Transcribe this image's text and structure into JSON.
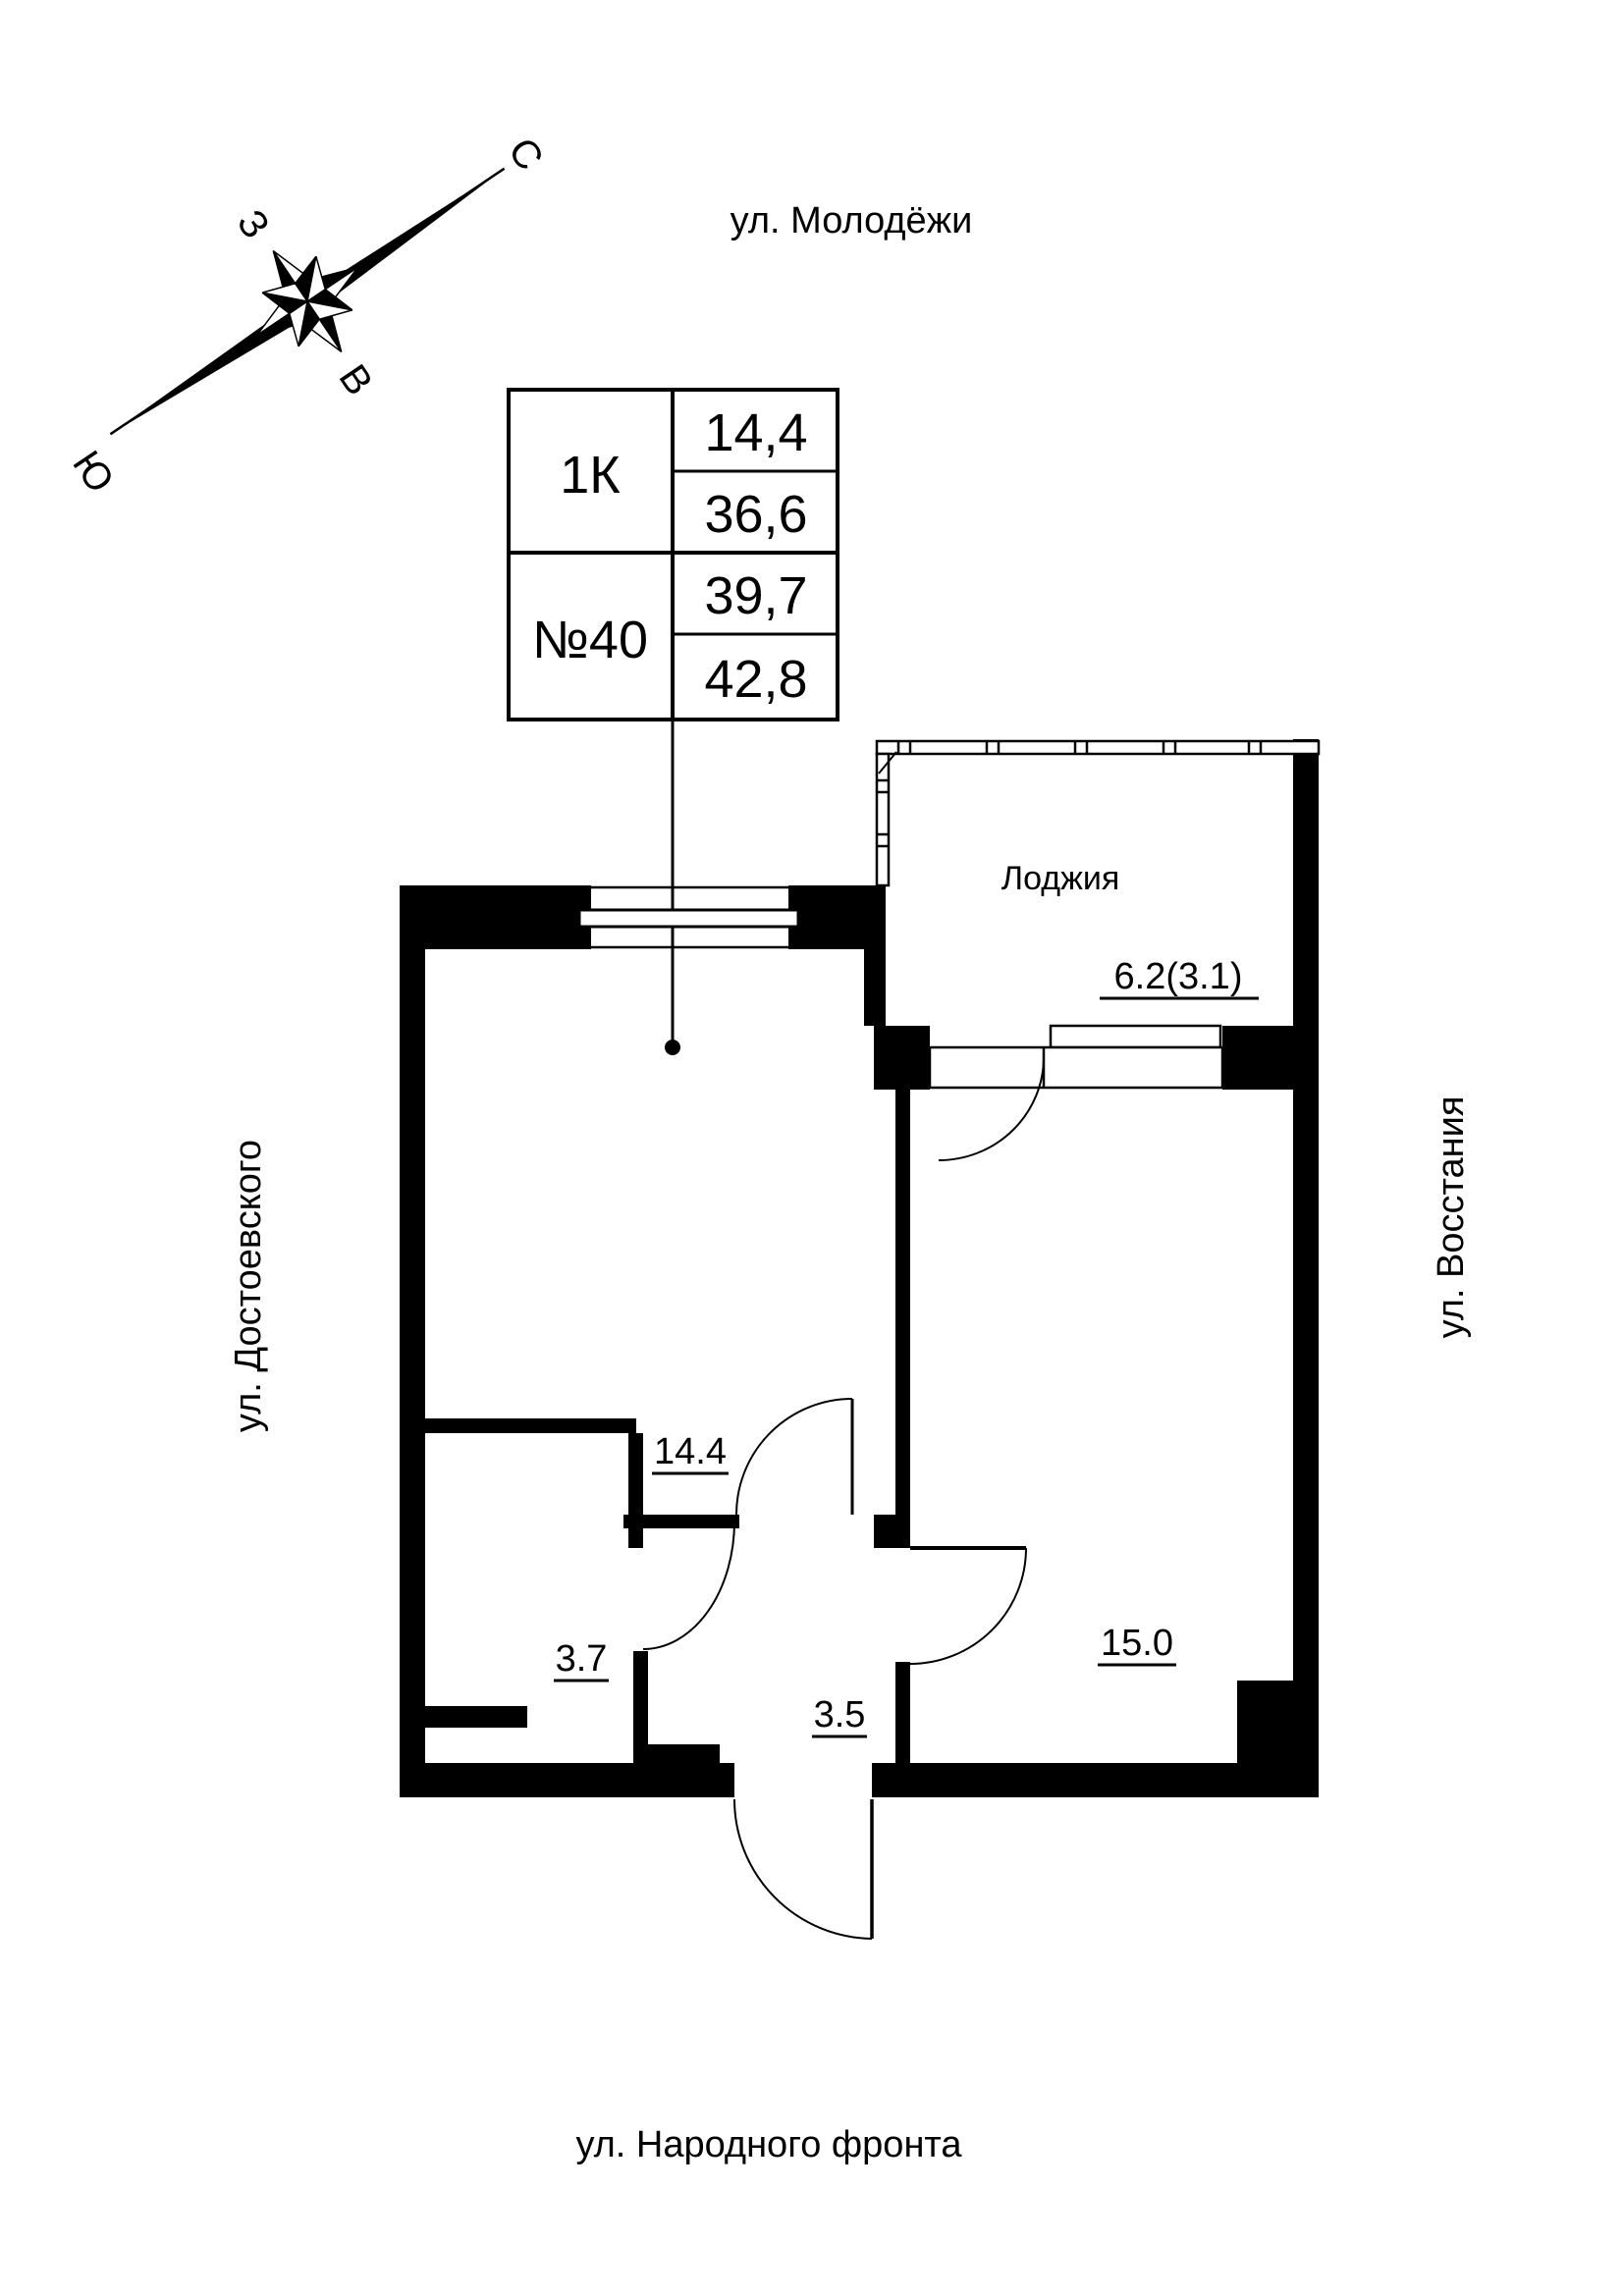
{
  "meta": {
    "page_bg": "#ffffff",
    "ink": "#000000"
  },
  "compass": {
    "north": "С",
    "south": "Ю",
    "west": "З",
    "east": "В"
  },
  "streets": {
    "top": "ул. Молодёжи",
    "left": "ул. Достоевского",
    "right": "ул. Восстания",
    "bottom": "ул. Народного фронта"
  },
  "info_table": {
    "apartment_type": "1К",
    "apartment_number": "№40",
    "areas": {
      "living": "14,4",
      "usable": "36,6",
      "total": "39,7",
      "total_with_balcony": "42,8"
    }
  },
  "rooms": {
    "loggia": {
      "name": "Лоджия",
      "area": "6.2(3.1)"
    },
    "living_room": {
      "area": "14.4"
    },
    "bathroom": {
      "area": "3.7"
    },
    "hallway": {
      "area": "3.5"
    },
    "bedroom": {
      "area": "15.0"
    }
  }
}
